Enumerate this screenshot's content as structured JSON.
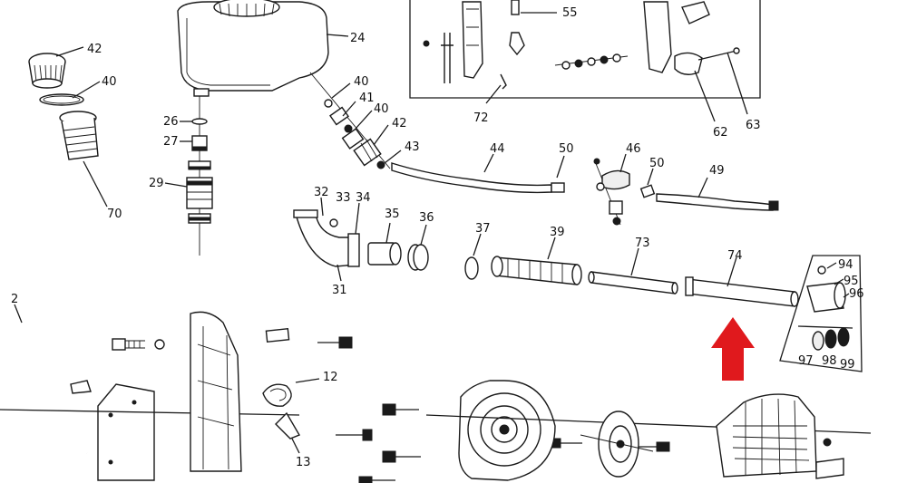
{
  "callouts": {
    "c2": "2",
    "c12": "12",
    "c13": "13",
    "c24": "24",
    "c26": "26",
    "c27": "27",
    "c29": "29",
    "c31": "31",
    "c32": "32",
    "c33": "33",
    "c34": "34",
    "c35": "35",
    "c36": "36",
    "c37": "37",
    "c39": "39",
    "c40a": "40",
    "c40b": "40",
    "c40c": "40",
    "c41": "41",
    "c42a": "42",
    "c42b": "42",
    "c43": "43",
    "c44": "44",
    "c46": "46",
    "c49": "49",
    "c50a": "50",
    "c50b": "50",
    "c55": "55",
    "c62": "62",
    "c63": "63",
    "c70": "70",
    "c72": "72",
    "c73": "73",
    "c74": "74",
    "c94": "94",
    "c95": "95",
    "c96": "96",
    "c97": "97",
    "c98": "98",
    "c99": "99"
  },
  "highlight": {
    "arrow_color": "#e0191d"
  },
  "colors": {
    "line": "#1a1a1a",
    "background": "#ffffff"
  }
}
